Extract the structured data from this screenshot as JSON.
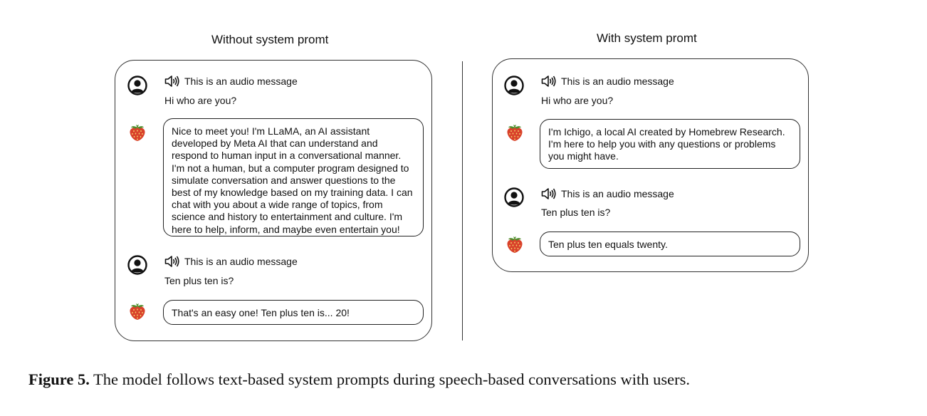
{
  "left_panel": {
    "title": "Without system promt",
    "turn1_audio": "This is an audio message",
    "turn1_text": "Hi who are you?",
    "reply1": "Nice to meet you! I'm LLaMA, an AI assistant developed by Meta AI that can understand and respond to human input in a conversational manner. I'm not a human, but a computer program designed to simulate conversation and answer questions to the best of my knowledge based on my training data. I can chat with you about a wide range of topics, from science and history to entertainment and culture. I'm here to help, inform, and maybe even entertain you!",
    "turn2_audio": "This is an audio message",
    "turn2_text": "Ten plus ten is?",
    "reply2": "That's an easy one! Ten plus ten is... 20!"
  },
  "right_panel": {
    "title": "With system promt",
    "turn1_audio": "This is an audio message",
    "turn1_text": "Hi who are you?",
    "reply1": "I'm Ichigo, a local AI created by Homebrew Research. I'm here to help you with any questions or problems you might have.",
    "turn2_audio": "This is an audio message",
    "turn2_text": "Ten plus ten is?",
    "reply2": "Ten plus ten equals twenty."
  },
  "caption": {
    "label": "Figure 5.",
    "text": "The model follows text-based system prompts during speech-based conversations with users."
  },
  "icons": {
    "user": "user-avatar-icon",
    "assistant": "strawberry-icon",
    "audio": "speaker-icon"
  }
}
